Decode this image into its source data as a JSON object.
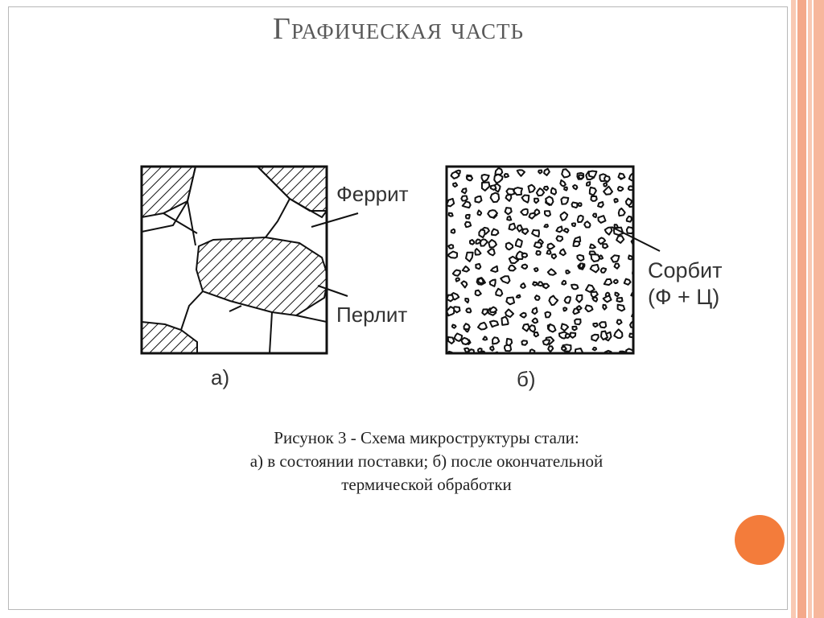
{
  "slide": {
    "title": "Графическая часть",
    "accent_color": "#f37c3b",
    "stripe_colors": [
      "#f9c9b3",
      "#f4a98a",
      "#f9c9b3",
      "#f7b79c"
    ]
  },
  "figure": {
    "panel_a": {
      "label": "а)",
      "ferrite_label": "Феррит",
      "pearlite_label": "Перлит"
    },
    "panel_b": {
      "label": "б)",
      "sorbite_label_line1": "Сорбит",
      "sorbite_label_line2": "(Ф + Ц)"
    },
    "caption": {
      "line1": "Рисунок 3 - Схема микроструктуры стали:",
      "line2": "а) в состоянии поставки; б) после окончательной",
      "line3": "термической обработки"
    }
  }
}
